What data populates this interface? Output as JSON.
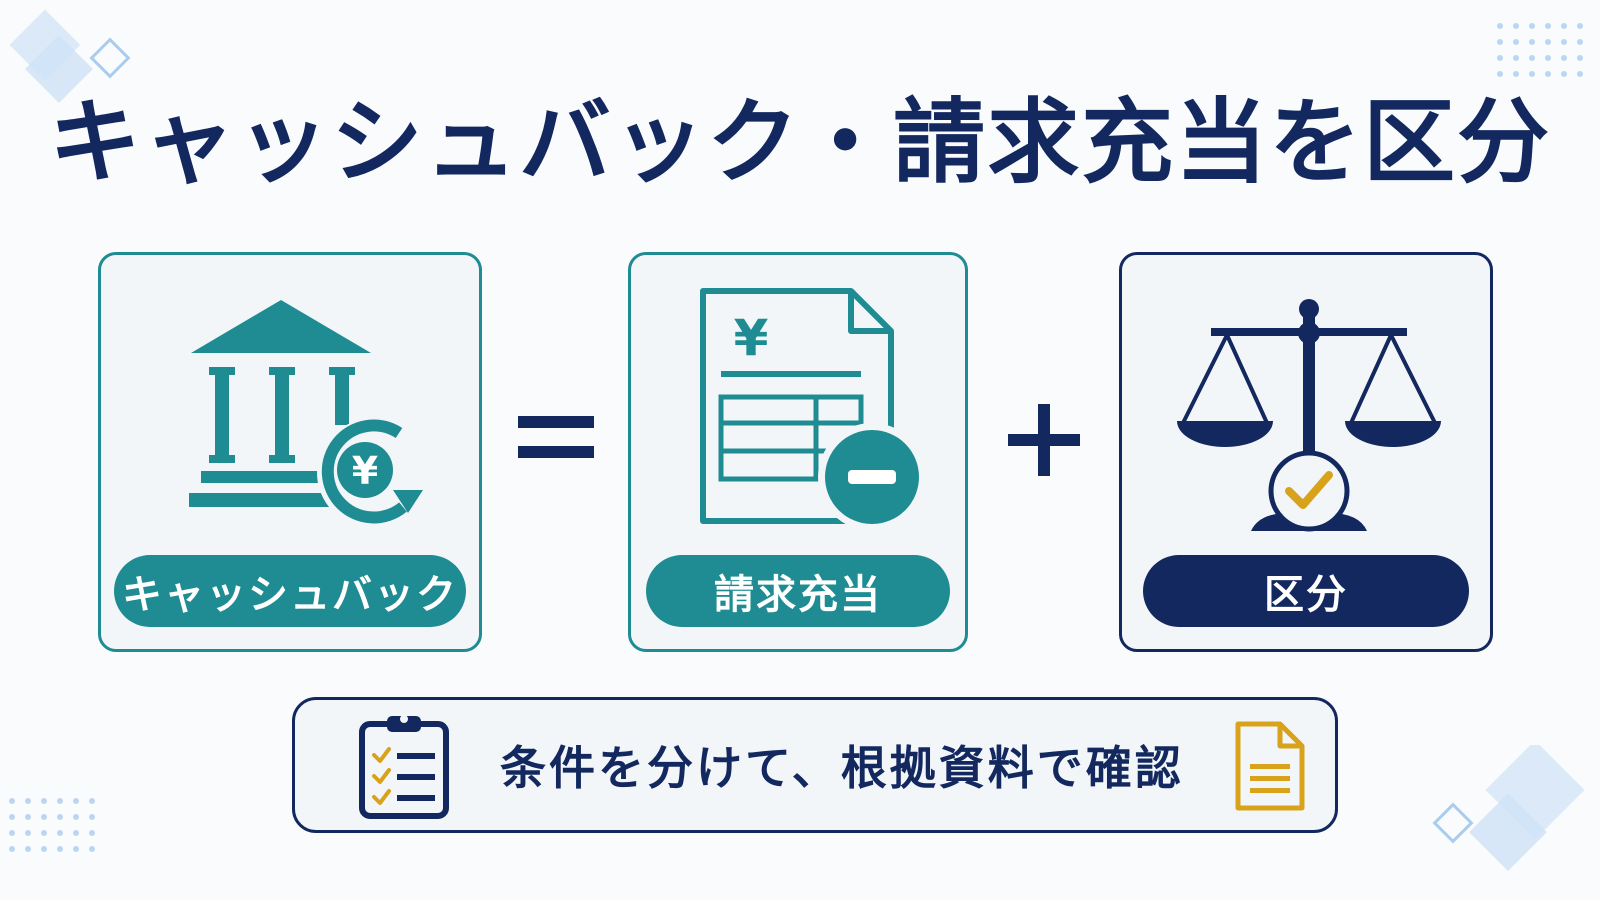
{
  "title": "キャッシュバック・請求充当を区分",
  "cards": {
    "cashback": {
      "label": "キャッシュバック",
      "yen": "¥"
    },
    "billing": {
      "label": "請求充当",
      "yen": "¥"
    },
    "classify": {
      "label": "区分"
    }
  },
  "operators": {
    "equals": "=",
    "plus": "+"
  },
  "note": {
    "text": "条件を分けて、根拠資料で確認"
  },
  "colors": {
    "navy": "#12285e",
    "teal": "#1e8c92",
    "gold": "#d9a21b",
    "light_blue": "#dbe9f8"
  }
}
